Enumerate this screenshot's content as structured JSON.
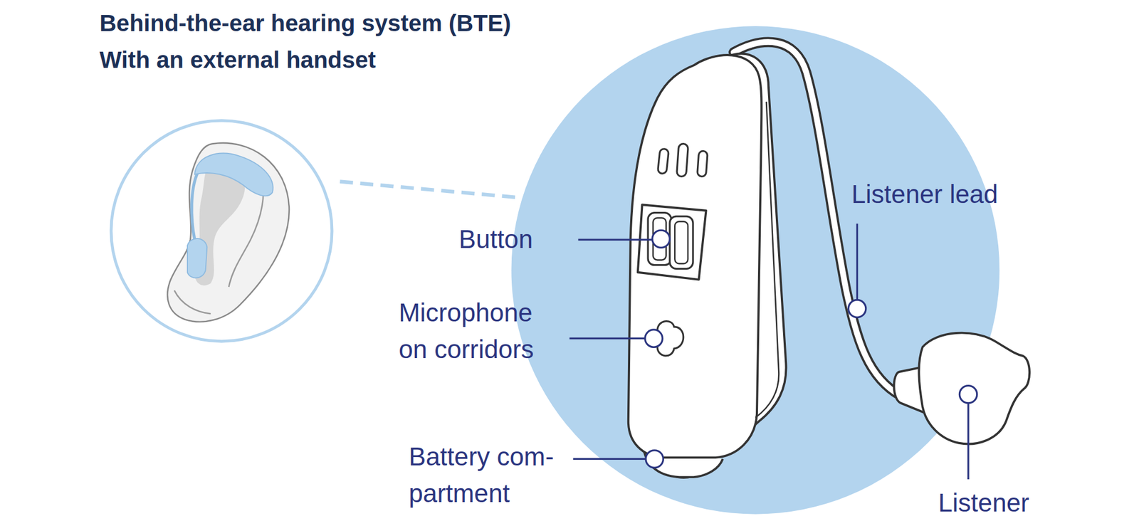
{
  "diagram": {
    "title": "Behind-the-ear hearing system (BTE) With an external handset",
    "labels": [
      "Button",
      "Microphone on corridors",
      "Battery com- partment",
      "Listener lead",
      "Listener"
    ]
  }
}
